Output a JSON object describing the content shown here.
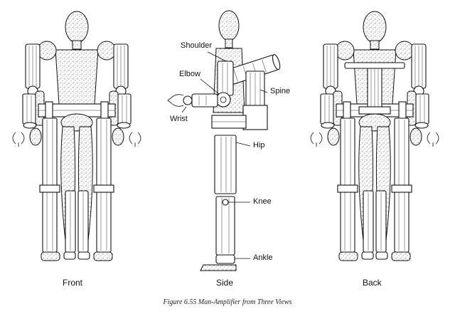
{
  "views": {
    "front": "Front",
    "side": "Side",
    "back": "Back"
  },
  "parts": {
    "shoulder": "Shoulder",
    "elbow": "Elbow",
    "wrist": "Wrist",
    "spine": "Spine",
    "hip": "Hip",
    "knee": "Knee",
    "ankle": "Ankle"
  },
  "caption": "Figure 6.55  Man-Amplifier from Three Views"
}
